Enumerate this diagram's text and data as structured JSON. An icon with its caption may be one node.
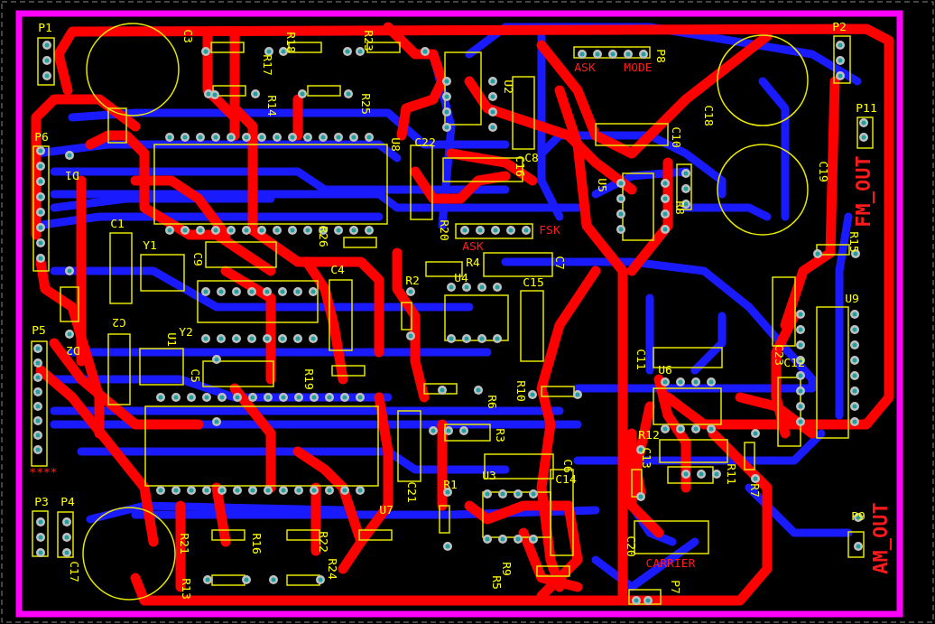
{
  "diagram": {
    "labels": [
      "P1",
      "C3",
      "R18",
      "R23",
      "R17",
      "P8",
      "ASK",
      "MODE",
      "P2",
      "U2",
      "R14",
      "R25",
      "P11",
      "C18",
      "C10",
      "P6",
      "U8",
      "C22",
      "C16",
      "C8",
      "C19",
      "D1",
      "U5",
      "FM_OUT",
      "R8",
      "C1",
      "R20",
      "FSK",
      "R26",
      "R15",
      "Y1",
      "ASK",
      "C9",
      "R4",
      "C7",
      "C4",
      "R2",
      "U4",
      "C15",
      "U9",
      "C2",
      "U1",
      "Y2",
      "D2",
      "P5",
      "C11",
      "C23",
      "U6",
      "C12",
      "C5",
      "R19",
      "R6",
      "R10",
      "R3",
      "R12",
      "C13",
      "R11",
      "R7",
      "C6",
      "C14",
      "U3",
      "C21",
      "R1",
      "****",
      "P3",
      "P4",
      "U7",
      "R21",
      "R16",
      "R22",
      "R24",
      "C20",
      "P9",
      "AM_OUT",
      "C17",
      "CARRIER",
      "R13",
      "R9",
      "R5",
      "P7"
    ]
  }
}
